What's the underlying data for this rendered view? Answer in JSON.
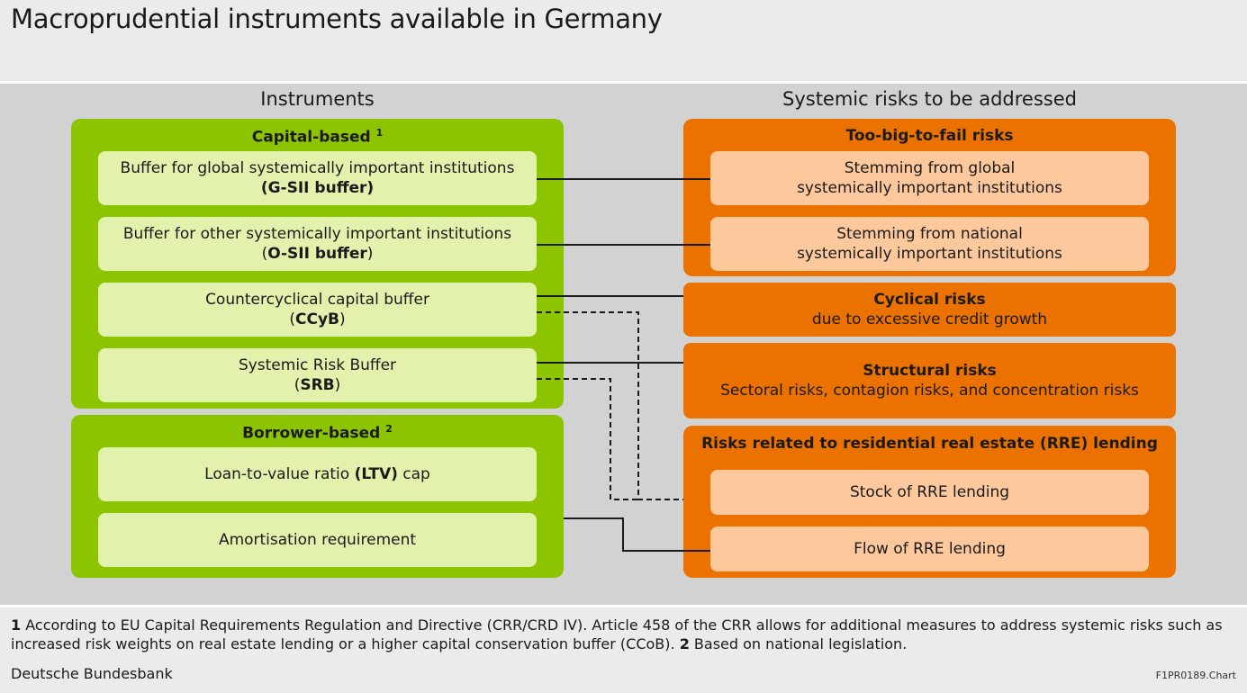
{
  "title": "Macroprudential instruments available in Germany",
  "columns": {
    "left": "Instruments",
    "right": "Systemic risks to be addressed"
  },
  "instruments": {
    "capital": {
      "heading": "Capital-based",
      "note": "1",
      "items": [
        {
          "text": "Buffer for global systemically important institutions",
          "pre": "",
          "abbr": "G-SII buffer",
          "post": ""
        },
        {
          "text": "Buffer for other systemically important institutions",
          "pre": "(",
          "abbr": "O-SII buffer",
          "post": ")"
        },
        {
          "text": "Countercyclical capital buffer",
          "pre": "(",
          "abbr": "CCyB",
          "post": ")"
        },
        {
          "text": "Systemic Risk Buffer",
          "pre": "(",
          "abbr": "SRB",
          "post": ")"
        }
      ],
      "gsii_wrapped": "(G-SII buffer)"
    },
    "borrower": {
      "heading": "Borrower-based",
      "note": "2",
      "ltv": {
        "pre": "Loan-to-value ratio ",
        "abbr": "(LTV)",
        "post": " cap"
      },
      "amortisation": "Amortisation requirement"
    }
  },
  "risks": {
    "tbtf": {
      "heading": "Too-big-to-fail risks",
      "global": [
        "Stemming from global",
        "systemically important institutions"
      ],
      "national": [
        "Stemming from national",
        "systemically important institutions"
      ]
    },
    "cyclical": {
      "heading": "Cyclical risks",
      "sub": "due to excessive credit growth"
    },
    "structural": {
      "heading": "Structural risks",
      "sub": "Sectoral risks, contagion risks, and concentration risks"
    },
    "rre": {
      "heading": "Risks related to residential real estate (RRE) lending",
      "stock": "Stock of RRE lending",
      "flow": "Flow of RRE lending"
    }
  },
  "footnote": {
    "n1": "1",
    "t1": " According to EU Capital Requirements Regulation and Directive (CRR/CRD IV). Article 458 of the CRR allows for additional measures to address systemic risks such as increased risk weights on real estate lending or a higher capital conservation buffer (CCoB). ",
    "n2": "2",
    "t2": " Based on national legislation."
  },
  "source": "Deutsche Bundesbank",
  "chart_code": "F1PR0189.Chart",
  "colors": {
    "green": "#8cc400",
    "light_green": "#e2f2ac",
    "orange": "#ec7200",
    "light_orange": "#fdc99c",
    "panel": "#d2d2d2"
  }
}
